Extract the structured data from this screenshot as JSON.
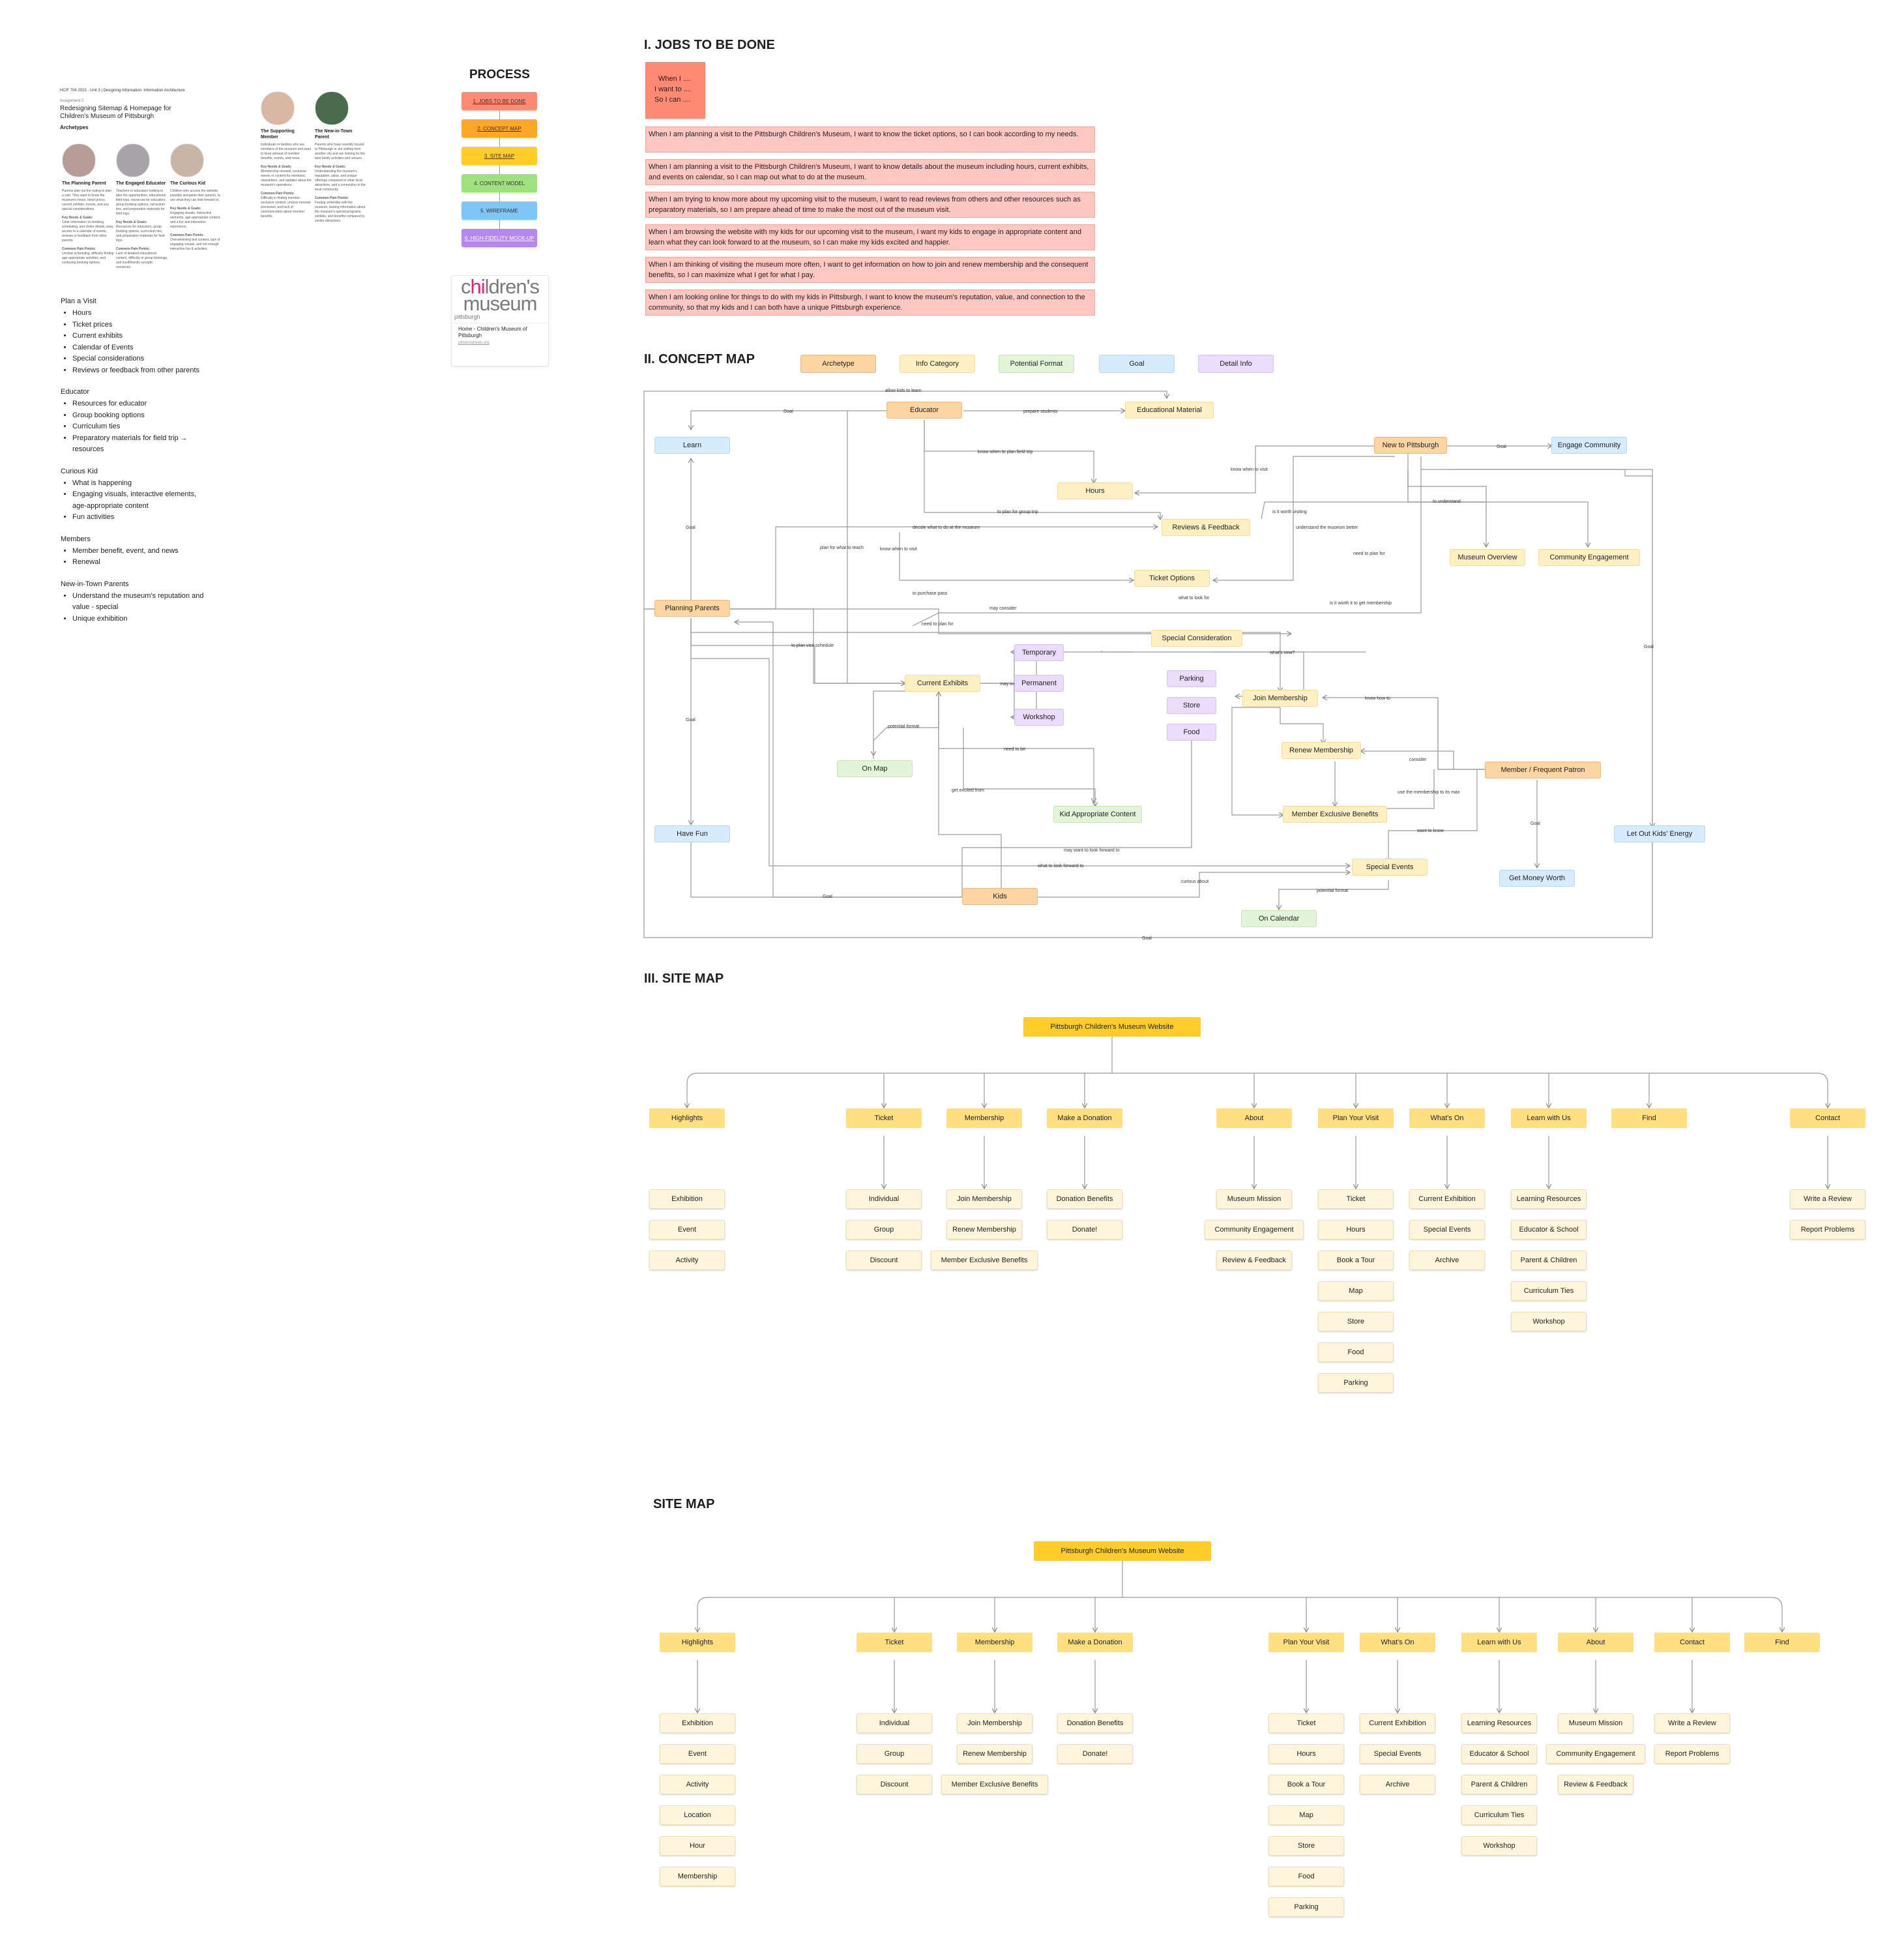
{
  "doc": {
    "course_line": "HCIF 704 2023 - Unit 3 | Designing Information: Information Architecture",
    "assignment": "Assignment 2",
    "title": "Redesigning Sitemap & Homepage for Children's Museum of Pittsburgh",
    "archetypes_label": "Archetypes",
    "personas": [
      {
        "name": "The Planning Parent",
        "desc": "Parents plan out the outing to plan a visit. They want to know the museum's hours, ticket prices, current exhibits, events, and any special considerations.",
        "needs_title": "Key Needs & Goals:",
        "needs": "Clear information on booking, scheduling, and visitor details, easy access to a calendar of events, reviews or feedback from other parents.",
        "pain_title": "Common Pain Points:",
        "pain": "Unclear scheduling, difficulty finding age-appropriate activities, and confusing booking options."
      },
      {
        "name": "The Engaged Educator",
        "desc": "Teachers or educators looking to take the opportunities, educational field trips, resources for educators, group booking options, curriculum ties, and preparation materials for field trips.",
        "needs_title": "Key Needs & Goals:",
        "needs": "Resources for educators, group booking options, curriculum ties, and preparation materials for field trips.",
        "pain_title": "Common Pain Points:",
        "pain": "Lack of detailed educational content, difficulty in group bookings, and insufficiently synoptic resources."
      },
      {
        "name": "The Curious Kid",
        "desc": "Children who access the website, possibly alongside their parents, to see what they can look forward to.",
        "needs_title": "Key Needs & Goals:",
        "needs": "Engaging visuals, interactive elements, age-appropriate content, and a fun and interactive experience.",
        "pain_title": "Common Pain Points:",
        "pain": "Overwhelming text content, lack of engaging visuals, and not enough interactive fun & activities."
      },
      {
        "name": "The Supporting Member",
        "desc": "Individuals or families who are members of the museum and want to keep abreast of member benefits, events, and news.",
        "needs_title": "Key Needs & Goals:",
        "needs": "Membership renewal, exclusive events or content for members, newsletters, and updates about the museum's operations.",
        "pain_title": "Common Pain Points:",
        "pain": "Difficulty in finding member-exclusive content, unclear renewal processes, and lack of communication about member benefits."
      },
      {
        "name": "The New-in-Town Parent",
        "desc": "Parents who have recently moved to Pittsburgh or are visiting from another city and are looking for the best family activities and venues.",
        "needs_title": "Key Needs & Goals:",
        "needs": "Understanding the museum's reputation, value, and unique offerings compared to other local attractions, and a connection to the local community.",
        "pain_title": "Common Pain Points:",
        "pain": "Feeling unfamiliar with the museum, lacking information about the museum's special programs, exhibits, and benefits compared to similar attractions."
      }
    ],
    "needs_lists": [
      {
        "title": "Plan a Visit",
        "items": [
          "Hours",
          "Ticket prices",
          "Current exhibits",
          "Calendar of Events",
          "Special considerations",
          "Reviews or feedback from other parents"
        ]
      },
      {
        "title": "Educator",
        "items": [
          "Resources for educator",
          "Group booking options",
          "Curriculum ties",
          "Preparatory materials for field trip →",
          "resources"
        ]
      },
      {
        "title": "Curious Kid",
        "items": [
          "What is happening",
          "Engaging visuals, interactive elements,",
          "age-appropriate content",
          "Fun activities"
        ]
      },
      {
        "title": "Members",
        "items": [
          "Member benefit, event, and news",
          "Renewal"
        ]
      },
      {
        "title": "New-in-Town Parents",
        "items": [
          "Understand the museum's reputation and",
          "value - special",
          "Unique exhibition"
        ]
      }
    ]
  },
  "process": {
    "title": "PROCESS",
    "steps": [
      {
        "label": "1. JOBS TO BE DONE",
        "color": "#ff8a73"
      },
      {
        "label": "2. CONCEPT MAP",
        "color": "#ffa629"
      },
      {
        "label": "3. SITE MAP",
        "color": "#ffcd29"
      },
      {
        "label": "4. CONTENT MODEL",
        "color": "#9ee27d"
      },
      {
        "label": "5. WIREFRAME",
        "color": "#7dc6f5"
      },
      {
        "label": "6. HIGH-FIDELITY MOCK-UP",
        "color": "#b587f0"
      }
    ],
    "logo": {
      "children": "children's",
      "museum": "museum",
      "pittsburgh": "pittsburgh"
    },
    "link": {
      "title": "Home - Children's Museum of Pittsburgh",
      "url": "pittsburghkids.org"
    }
  },
  "jobs": {
    "title": "I. JOBS TO BE DONE",
    "sticky": [
      "When I ....",
      "I want to ....",
      "So I can ...."
    ],
    "items": [
      "When I am planning a visit to the Pittsburgh Children's Museum, I want to know the ticket options, so I can book according to my needs.",
      "When I am planning a visit to the Pittsburgh Children's Museum, I want to know details about the museum including hours, current exhibits, and events on calendar, so I can map out what to do at the museum.",
      "When I am trying to know more about my upcoming visit to the museum, I want to read reviews from others and other resources such as preparatory materials, so I am prepare ahead of time to make the most out of the museum visit.",
      "When I am browsing the website with my kids for our upcoming visit to the museum, I want my kids to engage in appropriate content and learn what they can look forward to at the museum, so I can make my kids excited and happier.",
      "When I am thinking of visiting the museum more often, I want to get information on how to join and renew membership and the consequent benefits, so I can maximize what I get for what I pay.",
      "When I am looking online for things to do with my kids in Pittsburgh, I want to know the museum's reputation, value, and connection to the community, so that my kids and I can both have a unique Pittsburgh experience."
    ]
  },
  "concept": {
    "title": "II. CONCEPT MAP",
    "legend": [
      "Archetype",
      "Info Category",
      "Potential Format",
      "Goal",
      "Detail Info"
    ],
    "nodes": {
      "educator": "Educator",
      "educational_material": "Educational Material",
      "learn": "Learn",
      "new_to_pittsburgh": "New to Pittsburgh",
      "engage_community": "Engage Community",
      "hours": "Hours",
      "reviews": "Reviews & Feedback",
      "museum_overview": "Museum Overview",
      "community_engagement": "Community Engagement",
      "ticket_options": "Ticket Options",
      "planning_parents": "Planning Parents",
      "special_consideration": "Special Consideration",
      "temporary": "Temporary",
      "permanent": "Permanent",
      "workshop": "Workshop",
      "current_exhibits": "Current Exhibits",
      "parking": "Parking",
      "store": "Store",
      "food": "Food",
      "join_membership": "Join Membership",
      "renew_membership": "Renew Membership",
      "member_frequent": "Member /  Frequent Patron",
      "on_map": "On Map",
      "member_exclusive": "Member Exclusive Benefits",
      "kid_appropriate": "Kid Appropriate Content",
      "have_fun": "Have Fun",
      "let_out_energy": "Let Out Kids' Energy",
      "get_money_worth": "Get Money Worth",
      "special_events": "Special Events",
      "kids": "Kids",
      "on_calendar": "On Calendar"
    },
    "edges": {
      "allow_kids_to_learn": "allow kids to learn",
      "goal": "Goal",
      "prepare_students": "prepare students",
      "know_when_plan_field_trip": "know when to plan field trip",
      "know_when_to_visit": "know when to visit",
      "to_plan_group_trip": "to plan for group trip",
      "is_it_worth_visiting": "is it worth visiting",
      "to_understand": "to understand",
      "decide_what_to_do": "decide what to do at the museum",
      "understand_museum_better": "understand the museum better",
      "plan_for_what_to_teach": "plan for what to teach",
      "need_to_plan_for": "need to plan for",
      "to_purchase_pass": "to purchase pass",
      "what_to_look_for": "what to look for",
      "may_consider": "may consider",
      "is_it_worth_membership": "is it worth it to get membership",
      "to_plan_visit_schedule": "to plan visit schedule",
      "whats_new": "what's new?",
      "may_include": "may include",
      "know_how_to": "know how to",
      "potential_format": "potential format",
      "consider": "consider",
      "need_to_be": "need to be",
      "use_membership": "use the membership to its max",
      "get_excited_from": "get excited from",
      "want_to_know": "want to know",
      "may_want_look_forward": "may want to look forward to",
      "what_to_look_forward": "what to look forward to",
      "curious_about": "curious about"
    }
  },
  "sitemap1": {
    "title": "III. SITE MAP",
    "root": "Pittsburgh Children's Museum Website",
    "sections": [
      {
        "label": "Highlights",
        "children": [
          "Exhibition",
          "Event",
          "Activity"
        ]
      },
      {
        "label": "Ticket",
        "children": [
          "Individual",
          "Group",
          "Discount"
        ]
      },
      {
        "label": "Membership",
        "children": [
          "Join Membership",
          "Renew Membership",
          "Member Exclusive Benefits"
        ]
      },
      {
        "label": "Make a Donation",
        "children": [
          "Donation Benefits",
          "Donate!"
        ]
      },
      {
        "label": "About",
        "children": [
          "Museum Mission",
          "Community Engagement",
          "Review & Feedback"
        ]
      },
      {
        "label": "Plan Your Visit",
        "children": [
          "Ticket",
          "Hours",
          "Book a Tour",
          "Map",
          "Store",
          "Food",
          "Parking"
        ]
      },
      {
        "label": "What's On",
        "children": [
          "Current Exhibition",
          "Special Events",
          "Archive"
        ]
      },
      {
        "label": "Learn with Us",
        "children": [
          "Learning Resources",
          "Educator & School",
          "Parent & Children",
          "Curriculum Ties",
          "Workshop"
        ]
      },
      {
        "label": "Find",
        "children": []
      },
      {
        "label": "Contact",
        "children": [
          "Write a Review",
          "Report Problems"
        ]
      }
    ]
  },
  "sitemap2": {
    "title": "SITE MAP",
    "root": "Pittsburgh Children's Museum Website",
    "sections": [
      {
        "label": "Highlights",
        "children": [
          "Exhibition",
          "Event",
          "Activity",
          "Location",
          "Hour",
          "Membership"
        ]
      },
      {
        "label": "Ticket",
        "children": [
          "Individual",
          "Group",
          "Discount"
        ]
      },
      {
        "label": "Membership",
        "children": [
          "Join Membership",
          "Renew Membership",
          "Member Exclusive Benefits"
        ]
      },
      {
        "label": "Make a Donation",
        "children": [
          "Donation Benefits",
          "Donate!"
        ]
      },
      {
        "label": "Plan Your Visit",
        "children": [
          "Ticket",
          "Hours",
          "Book a Tour",
          "Map",
          "Store",
          "Food",
          "Parking"
        ]
      },
      {
        "label": "What's On",
        "children": [
          "Current Exhibition",
          "Special Events",
          "Archive"
        ]
      },
      {
        "label": "Learn with Us",
        "children": [
          "Learning Resources",
          "Educator & School",
          "Parent & Children",
          "Curriculum Ties",
          "Workshop"
        ]
      },
      {
        "label": "About",
        "children": [
          "Museum Mission",
          "Community Engagement",
          "Review & Feedback"
        ]
      },
      {
        "label": "Contact",
        "children": [
          "Write a Review",
          "Report Problems"
        ]
      },
      {
        "label": "Find",
        "children": []
      }
    ]
  }
}
